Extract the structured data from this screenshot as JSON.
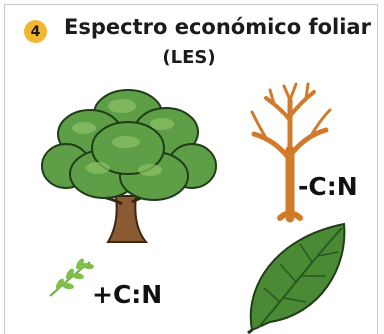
{
  "header": {
    "step_number": "4",
    "title": "Espectro económico foliar",
    "subtitle": "(LES)"
  },
  "labels": {
    "low_cn": "-C:N",
    "high_cn": "+C:N"
  },
  "icons": {
    "green_tree": "leafy-tree-icon",
    "bare_tree": "bare-tree-icon",
    "sprig": "leaf-sprig-icon",
    "leaf": "large-leaf-icon"
  },
  "colors": {
    "badge": "#f2b630",
    "foliage": "#4f8f3a",
    "bare_tree": "#d17a2a",
    "leaf": "#3f7a2c"
  }
}
